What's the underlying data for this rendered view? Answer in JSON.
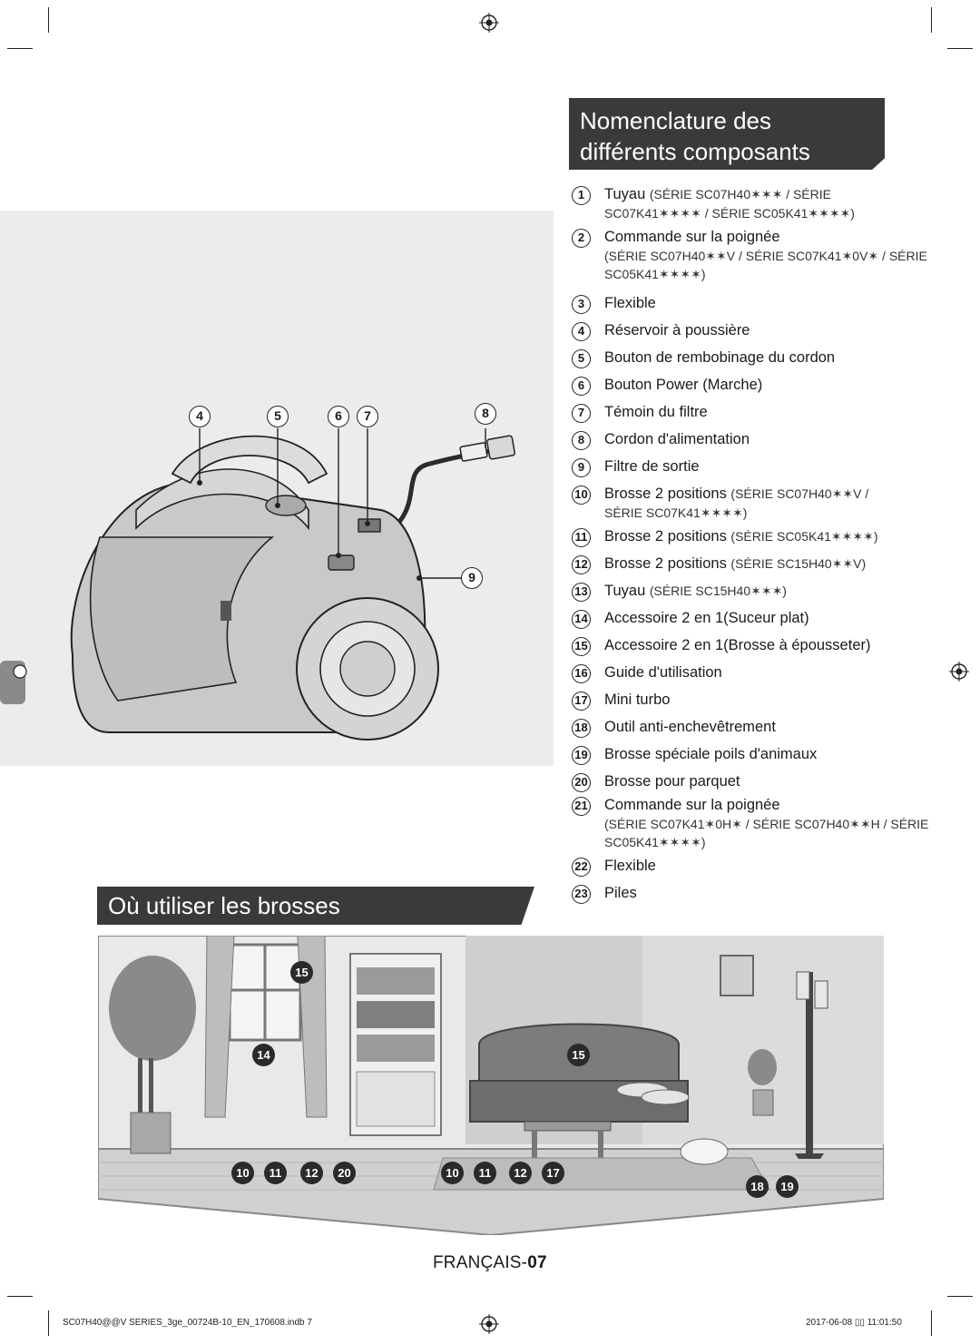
{
  "headings": {
    "nomenclature": "Nomenclature des différents composants",
    "nomenclature_line1": "Nomenclature des",
    "nomenclature_line2": "différents composants",
    "where_to_use": "Où utiliser les brosses"
  },
  "parts": [
    {
      "num": "1",
      "label": "Tuyau",
      "model": "(SÉRIE SC07H40✶✶✶ / SÉRIE",
      "sub": "SC07K41✶✶✶✶ / SÉRIE SC05K41✶✶✶✶)"
    },
    {
      "num": "2",
      "label": "Commande sur la poignée",
      "model": "",
      "sub": "(SÉRIE SC07H40✶✶V / SÉRIE SC07K41✶0V✶ / SÉRIE SC05K41✶✶✶✶)"
    },
    {
      "num": "3",
      "label": "Flexible",
      "model": "",
      "sub": ""
    },
    {
      "num": "4",
      "label": "Réservoir à poussière",
      "model": "",
      "sub": ""
    },
    {
      "num": "5",
      "label": "Bouton de rembobinage du cordon",
      "model": "",
      "sub": ""
    },
    {
      "num": "6",
      "label": "Bouton Power (Marche)",
      "model": "",
      "sub": ""
    },
    {
      "num": "7",
      "label": "Témoin du filtre",
      "model": "",
      "sub": ""
    },
    {
      "num": "8",
      "label": "Cordon d'alimentation",
      "model": "",
      "sub": ""
    },
    {
      "num": "9",
      "label": "Filtre de sortie",
      "model": "",
      "sub": ""
    },
    {
      "num": "10",
      "label": "Brosse 2 positions",
      "model": "(SÉRIE SC07H40✶✶V /",
      "sub": "SÉRIE SC07K41✶✶✶✶)"
    },
    {
      "num": "11",
      "label": "Brosse 2 positions",
      "model": "(SÉRIE SC05K41✶✶✶✶)",
      "sub": ""
    },
    {
      "num": "12",
      "label": "Brosse 2 positions",
      "model": "(SÉRIE SC15H40✶✶V)",
      "sub": ""
    },
    {
      "num": "13",
      "label": "Tuyau",
      "model": "(SÉRIE SC15H40✶✶✶)",
      "sub": ""
    },
    {
      "num": "14",
      "label": "Accessoire 2 en 1(Suceur plat)",
      "model": "",
      "sub": ""
    },
    {
      "num": "15",
      "label": "Accessoire 2 en 1(Brosse à épousseter)",
      "model": "",
      "sub": ""
    },
    {
      "num": "16",
      "label": "Guide d'utilisation",
      "model": "",
      "sub": ""
    },
    {
      "num": "17",
      "label": "Mini turbo",
      "model": "",
      "sub": ""
    },
    {
      "num": "18",
      "label": "Outil anti-enchevêtrement",
      "model": "",
      "sub": ""
    },
    {
      "num": "19",
      "label": "Brosse spéciale poils d'animaux",
      "model": "",
      "sub": ""
    },
    {
      "num": "20",
      "label": "Brosse pour parquet",
      "model": "",
      "sub": ""
    },
    {
      "num": "21",
      "label": "Commande sur la poignée",
      "model": "",
      "sub": "(SÉRIE SC07K41✶0H✶ / SÉRIE SC07H40✶✶H / SÉRIE SC05K41✶✶✶✶)"
    },
    {
      "num": "22",
      "label": "Flexible",
      "model": "",
      "sub": ""
    },
    {
      "num": "23",
      "label": "Piles",
      "model": "",
      "sub": ""
    }
  ],
  "vacuum_callouts": [
    "4",
    "5",
    "6",
    "7",
    "8",
    "9"
  ],
  "room_callouts": {
    "window_top": "15",
    "curtain": "14",
    "sofa": "15",
    "floor_left": [
      "10",
      "11",
      "12",
      "20"
    ],
    "rug": [
      "10",
      "11",
      "12",
      "17"
    ],
    "pet_area": [
      "18",
      "19"
    ]
  },
  "page_label_prefix": "FRANÇAIS-",
  "page_label_num": "07",
  "footer": {
    "file": "SC07H40@@V SERIES_3ge_00724B-10_EN_170608.indb   7",
    "timestamp": "2017-06-08   ▯▯ 11:01:50"
  },
  "icons": [
    "registration-mark-icon",
    "vacuum-cleaner-illustration",
    "living-room-illustration"
  ]
}
